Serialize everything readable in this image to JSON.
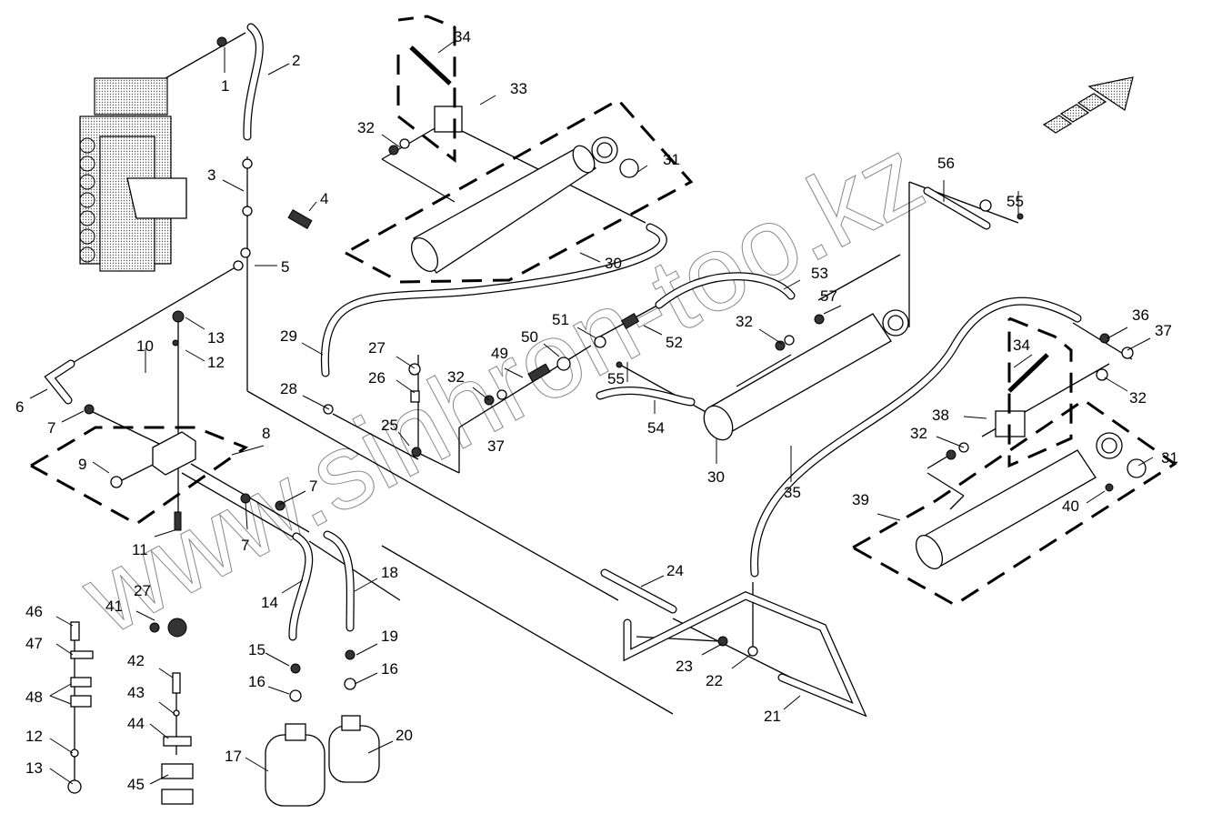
{
  "diagram": {
    "title": "Hydraulic lines exploded parts diagram",
    "watermark": "www.sinhron-too.kz",
    "direction_arrow": "forward-arrow-icon",
    "callouts": [
      {
        "id": "c1",
        "label": "1"
      },
      {
        "id": "c2",
        "label": "2"
      },
      {
        "id": "c3",
        "label": "3"
      },
      {
        "id": "c4",
        "label": "4"
      },
      {
        "id": "c5",
        "label": "5"
      },
      {
        "id": "c6",
        "label": "6"
      },
      {
        "id": "c7a",
        "label": "7"
      },
      {
        "id": "c7b",
        "label": "7"
      },
      {
        "id": "c7c",
        "label": "7"
      },
      {
        "id": "c8",
        "label": "8"
      },
      {
        "id": "c9",
        "label": "9"
      },
      {
        "id": "c10",
        "label": "10"
      },
      {
        "id": "c11",
        "label": "11"
      },
      {
        "id": "c12a",
        "label": "12"
      },
      {
        "id": "c12b",
        "label": "12"
      },
      {
        "id": "c13a",
        "label": "13"
      },
      {
        "id": "c13b",
        "label": "13"
      },
      {
        "id": "c14",
        "label": "14"
      },
      {
        "id": "c15",
        "label": "15"
      },
      {
        "id": "c16a",
        "label": "16"
      },
      {
        "id": "c16b",
        "label": "16"
      },
      {
        "id": "c17",
        "label": "17"
      },
      {
        "id": "c18",
        "label": "18"
      },
      {
        "id": "c19",
        "label": "19"
      },
      {
        "id": "c20",
        "label": "20"
      },
      {
        "id": "c21",
        "label": "21"
      },
      {
        "id": "c22",
        "label": "22"
      },
      {
        "id": "c23",
        "label": "23"
      },
      {
        "id": "c24",
        "label": "24"
      },
      {
        "id": "c25",
        "label": "25"
      },
      {
        "id": "c26",
        "label": "26"
      },
      {
        "id": "c27a",
        "label": "27"
      },
      {
        "id": "c27b",
        "label": "27"
      },
      {
        "id": "c28",
        "label": "28"
      },
      {
        "id": "c29",
        "label": "29"
      },
      {
        "id": "c30a",
        "label": "30"
      },
      {
        "id": "c30b",
        "label": "30"
      },
      {
        "id": "c31a",
        "label": "31"
      },
      {
        "id": "c31b",
        "label": "31"
      },
      {
        "id": "c32a",
        "label": "32"
      },
      {
        "id": "c32b",
        "label": "32"
      },
      {
        "id": "c32c",
        "label": "32"
      },
      {
        "id": "c32d",
        "label": "32"
      },
      {
        "id": "c32e",
        "label": "32"
      },
      {
        "id": "c33",
        "label": "33"
      },
      {
        "id": "c34a",
        "label": "34"
      },
      {
        "id": "c34b",
        "label": "34"
      },
      {
        "id": "c35",
        "label": "35"
      },
      {
        "id": "c36",
        "label": "36"
      },
      {
        "id": "c37a",
        "label": "37"
      },
      {
        "id": "c37b",
        "label": "37"
      },
      {
        "id": "c38",
        "label": "38"
      },
      {
        "id": "c39",
        "label": "39"
      },
      {
        "id": "c40",
        "label": "40"
      },
      {
        "id": "c41",
        "label": "41"
      },
      {
        "id": "c42",
        "label": "42"
      },
      {
        "id": "c43",
        "label": "43"
      },
      {
        "id": "c44",
        "label": "44"
      },
      {
        "id": "c45",
        "label": "45"
      },
      {
        "id": "c46",
        "label": "46"
      },
      {
        "id": "c47",
        "label": "47"
      },
      {
        "id": "c48",
        "label": "48"
      },
      {
        "id": "c49",
        "label": "49"
      },
      {
        "id": "c50",
        "label": "50"
      },
      {
        "id": "c51",
        "label": "51"
      },
      {
        "id": "c52",
        "label": "52"
      },
      {
        "id": "c53",
        "label": "53"
      },
      {
        "id": "c54",
        "label": "54"
      },
      {
        "id": "c55a",
        "label": "55"
      },
      {
        "id": "c55b",
        "label": "55"
      },
      {
        "id": "c56",
        "label": "56"
      },
      {
        "id": "c57",
        "label": "57"
      }
    ]
  }
}
